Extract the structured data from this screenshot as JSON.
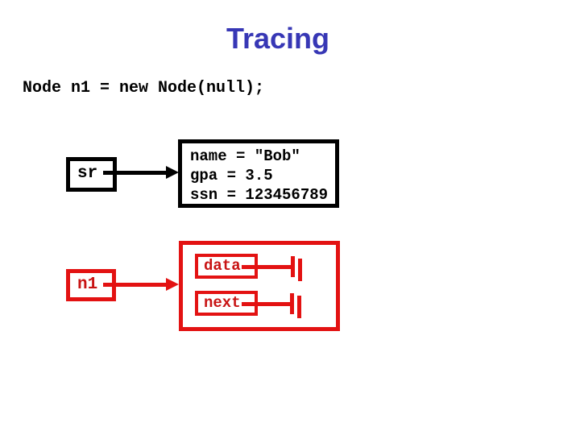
{
  "slide": {
    "title": "Tracing",
    "code_line": "Node n1 = new Node(null);"
  },
  "sr_diagram": {
    "variable_label": "sr",
    "object_fields": [
      "name = \"Bob\"",
      "gpa = 3.5",
      "ssn = 123456789"
    ]
  },
  "n1_diagram": {
    "variable_label": "n1",
    "fields": [
      {
        "label": "data",
        "value_icon": "null-terminator"
      },
      {
        "label": "next",
        "value_icon": "null-terminator"
      }
    ]
  },
  "colors": {
    "background": "#ffffff",
    "title_blue": "#3737b5",
    "diagram_black": "#000000",
    "diagram_red": "#e31212",
    "red_text": "#c81414"
  }
}
